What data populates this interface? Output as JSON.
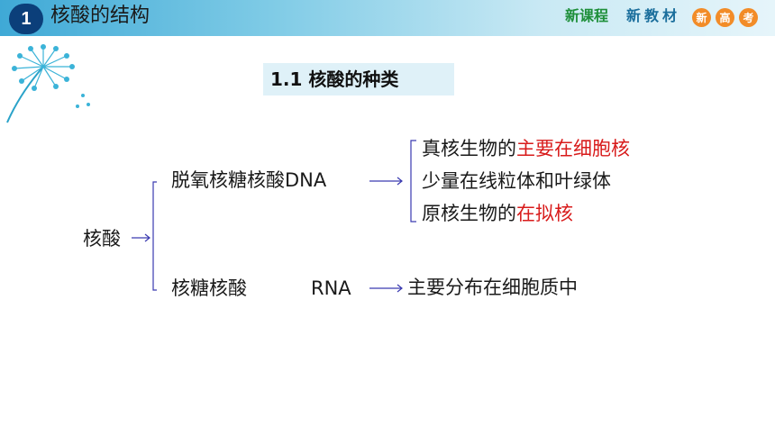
{
  "header": {
    "badge": "1",
    "title": "核酸的结构",
    "brand_course": "新课程",
    "brand_material": "新教材",
    "brand_circles": [
      "新",
      "高",
      "考"
    ]
  },
  "section": {
    "title": "1.1 核酸的种类"
  },
  "tree": {
    "root": "核酸",
    "dna": {
      "label": "脱氧核糖核酸DNA",
      "locations": [
        {
          "prefix": "真核生物的",
          "highlight": "主要在细胞核"
        },
        {
          "prefix": "少量在线粒体和叶绿体",
          "highlight": ""
        },
        {
          "prefix": "原核生物的",
          "highlight": "在拟核"
        }
      ]
    },
    "rna": {
      "label": "核糖核酸",
      "abbr": "RNA",
      "location": "主要分布在细胞质中"
    }
  },
  "colors": {
    "badge_bg": "#0b3f7a",
    "highlight": "#d81b1b",
    "bracket": "#3a3ab0",
    "brand_green": "#1e8f3a",
    "brand_circle": "#f28c28"
  }
}
